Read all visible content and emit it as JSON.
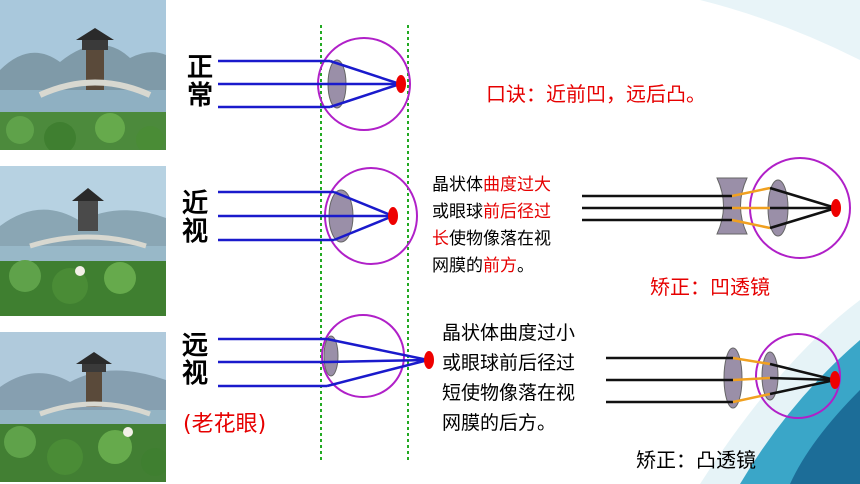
{
  "labels": {
    "normal": [
      "正",
      "常"
    ],
    "myopia": [
      "近",
      "视"
    ],
    "hyperopia": [
      "远",
      "视"
    ]
  },
  "presbyopia_note": "(老花眼)",
  "mnemonic": "口诀：近前凹，远后凸。",
  "myopia_desc": [
    [
      {
        "t": "晶状体",
        "red": false
      },
      {
        "t": "曲度过大",
        "red": true
      }
    ],
    [
      {
        "t": "或眼球",
        "red": false
      },
      {
        "t": "前后径过",
        "red": true
      }
    ],
    [
      {
        "t": "长",
        "red": true
      },
      {
        "t": "使物像落在视",
        "red": false
      }
    ],
    [
      {
        "t": "网膜的",
        "red": false
      },
      {
        "t": "前方",
        "red": true
      },
      {
        "t": "。",
        "red": false
      }
    ]
  ],
  "hyperopia_desc": [
    "晶状体曲度过小",
    "或眼球前后径过",
    "短使物像落在视",
    "网膜的后方。"
  ],
  "correction_myopia": "矫正：凹透镜",
  "correction_hyperopia": "矫正：凸透镜",
  "colors": {
    "ray": "#1a1acc",
    "eye_outline": "#b020c8",
    "retina_spot": "#ff0000",
    "guide_line": "#22aa22",
    "accent_red": "#e60000",
    "corrected_ray": "#f0a020"
  }
}
